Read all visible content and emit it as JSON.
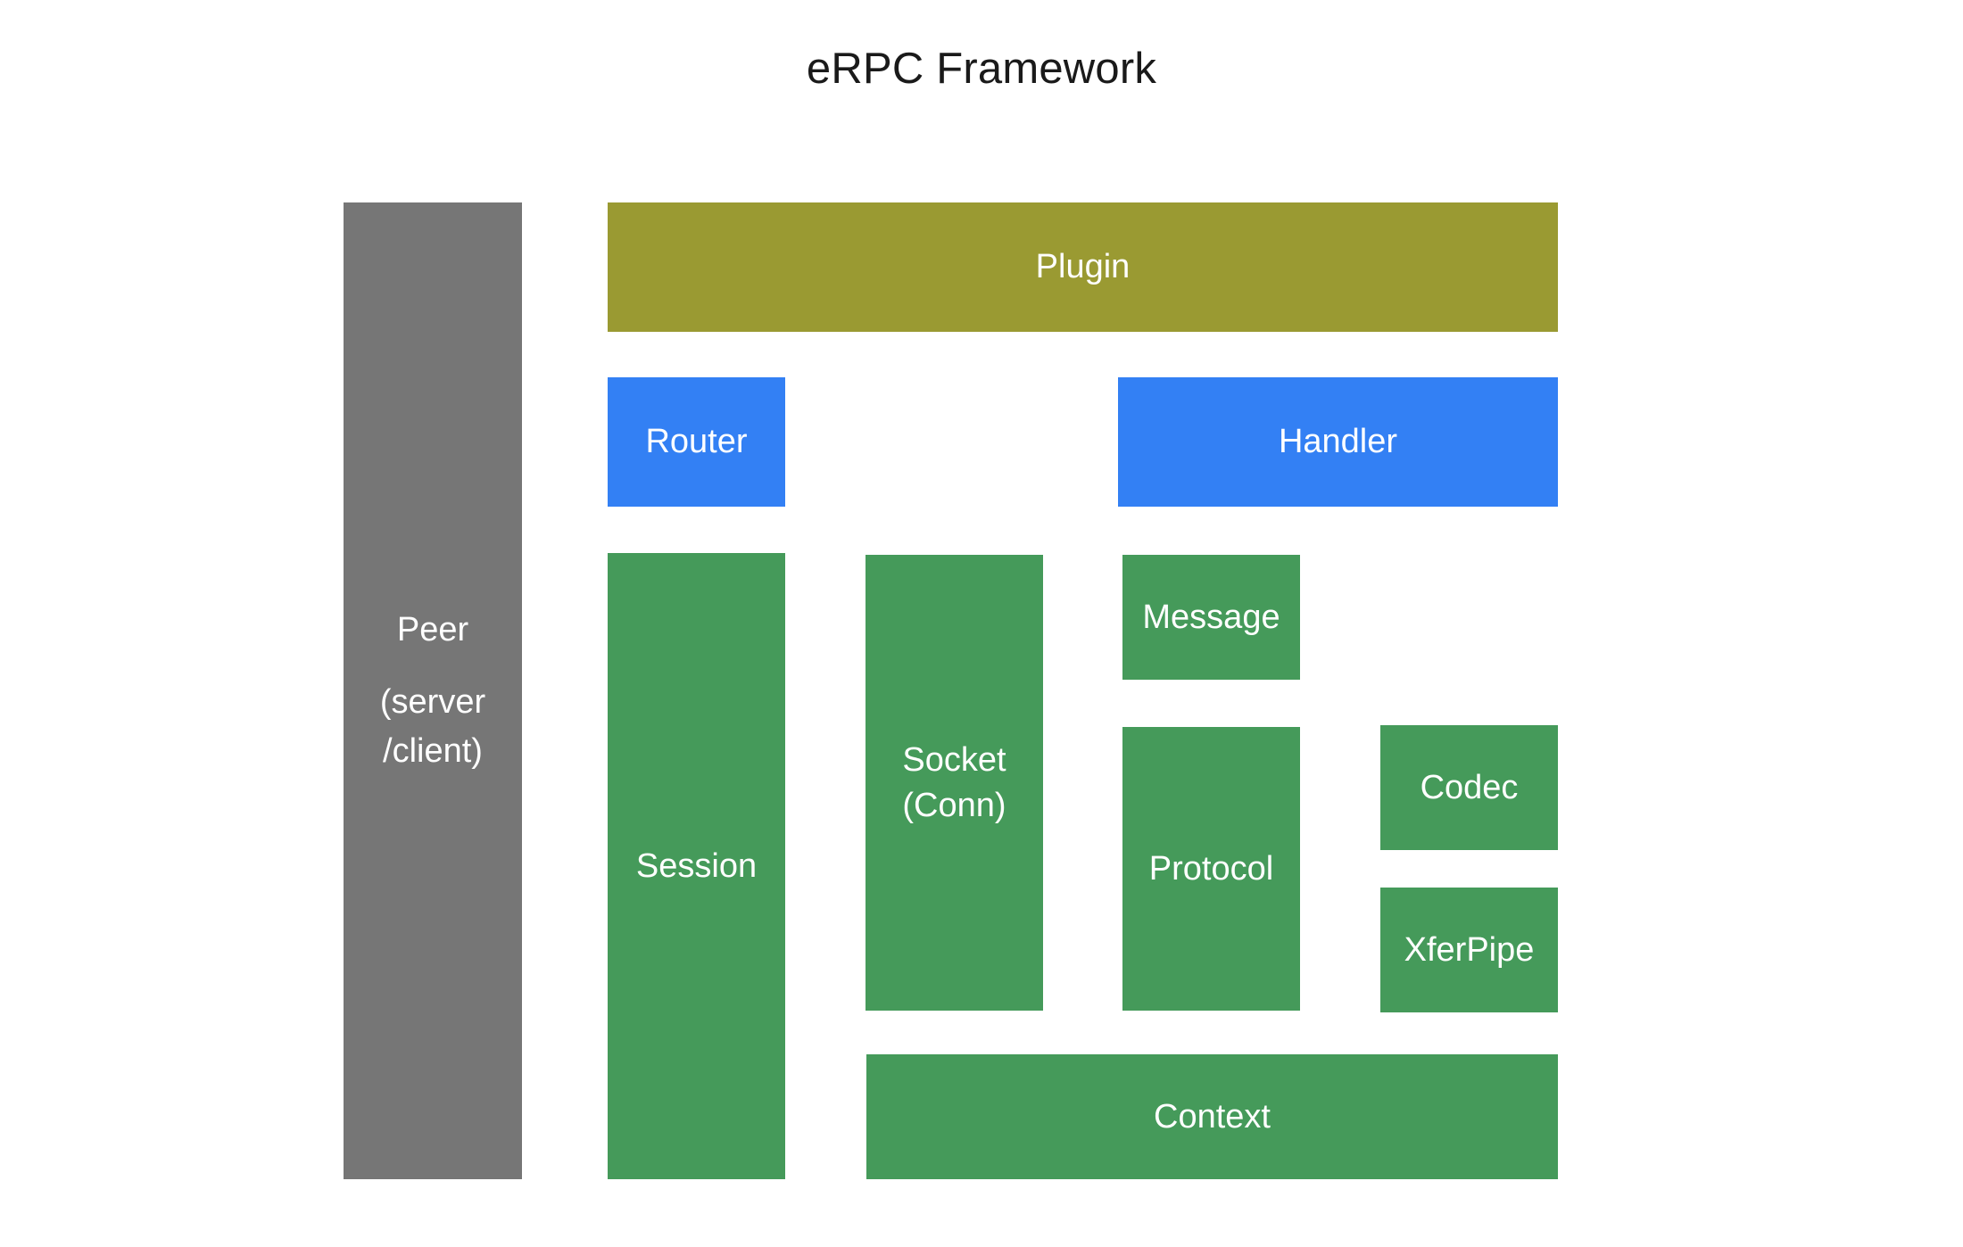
{
  "title": "eRPC Framework",
  "colors": {
    "peer": "#767676",
    "plugin": "#9a9a32",
    "blue": "#3380f4",
    "green": "#459a5a",
    "background": "#ffffff",
    "title_text": "#1a1a1a",
    "node_text": "#ffffff"
  },
  "nodes": {
    "peer": {
      "label_line1": "Peer",
      "label_line2": "(server",
      "label_line3": "/client)"
    },
    "plugin": {
      "label": "Plugin"
    },
    "router": {
      "label": "Router"
    },
    "handler": {
      "label": "Handler"
    },
    "session": {
      "label": "Session"
    },
    "socket": {
      "label": "Socket\n(Conn)"
    },
    "message": {
      "label": "Message"
    },
    "protocol": {
      "label": "Protocol"
    },
    "codec": {
      "label": "Codec"
    },
    "xferpipe": {
      "label": "XferPipe"
    },
    "context": {
      "label": "Context"
    }
  }
}
